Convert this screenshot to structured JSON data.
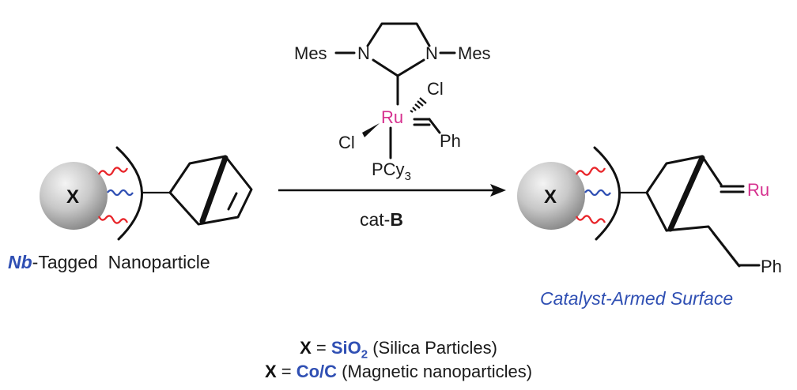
{
  "catalyst": {
    "mes_left": "Mes",
    "mes_right": "Mes",
    "n_left": "N",
    "n_right": "N",
    "ru": "Ru",
    "cl_top": "Cl",
    "cl_left": "Cl",
    "ph": "Ph",
    "pcy_main": "PCy",
    "pcy_sub": "3"
  },
  "reaction": {
    "reagent_prefix": "cat-",
    "reagent_bold": "B"
  },
  "left": {
    "ball_label": "X",
    "caption_italic": "Nb",
    "caption_rest": "-Tagged  Nanoparticle"
  },
  "right": {
    "ball_label": "X",
    "ru": "Ru",
    "ph": "Ph",
    "caption": "Catalyst-Armed Surface"
  },
  "legend": {
    "line1_x": "X",
    "line1_eq": " = ",
    "line1_main": "SiO",
    "line1_sub": "2",
    "line1_note": " (Silica Particles)",
    "line2_x": "X",
    "line2_eq": " = ",
    "line2_main": "Co/C",
    "line2_note": " (Magnetic nanoparticles)"
  },
  "colors": {
    "ruthenium": "#d6318f",
    "accent_blue": "#2f4fb3",
    "linker_red": "#e8262b",
    "linker_blue": "#2f4fb3",
    "sphere": "#c8c8c8"
  }
}
